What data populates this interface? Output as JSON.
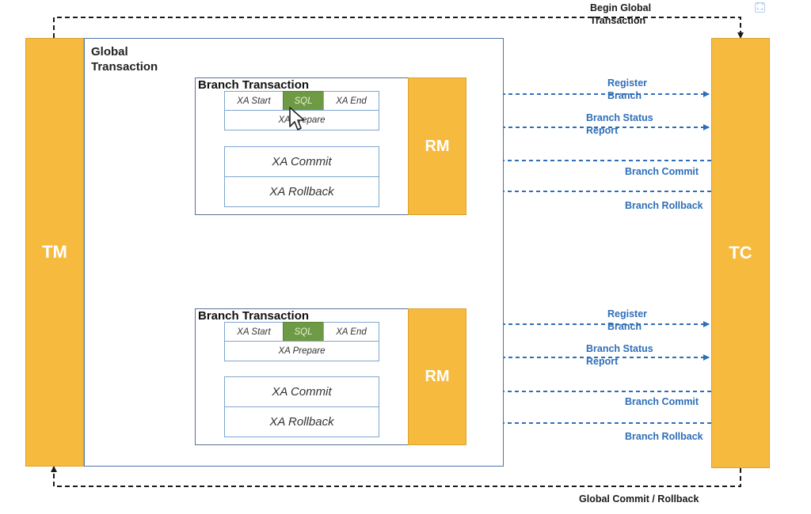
{
  "diagram": {
    "tm_label": "TM",
    "tc_label": "TC",
    "global_title": "Global\nTransaction",
    "begin_global_label": "Begin Global\nTransaction",
    "global_commit_label": "Global Commit / Rollback",
    "branches": [
      {
        "title": "Branch Transaction",
        "rm_label": "RM",
        "xa_start": "XA Start",
        "sql": "SQL",
        "xa_end": "XA End",
        "xa_prepare": "XA Prepare",
        "xa_commit": "XA Commit",
        "xa_rollback": "XA Rollback",
        "register_branch": "Register\nBranch",
        "branch_status_report": "Branch Status\nReport",
        "branch_commit": "Branch Commit",
        "branch_rollback": "Branch Rollback"
      },
      {
        "title": "Branch Transaction",
        "rm_label": "RM",
        "xa_start": "XA Start",
        "sql": "SQL",
        "xa_end": "XA End",
        "xa_prepare": "XA Prepare",
        "xa_commit": "XA Commit",
        "xa_rollback": "XA Rollback",
        "register_branch": "Register\nBranch",
        "branch_status_report": "Branch Status\nReport",
        "branch_commit": "Branch Commit",
        "branch_rollback": "Branch Rollback"
      }
    ]
  },
  "colors": {
    "accent_orange": "#F6BA3E",
    "sql_green": "#6E9A45",
    "arrow_blue": "#2E6EB8",
    "box_border": "#4E74A8"
  },
  "icons": {
    "corner": "fullscreen-icon"
  }
}
